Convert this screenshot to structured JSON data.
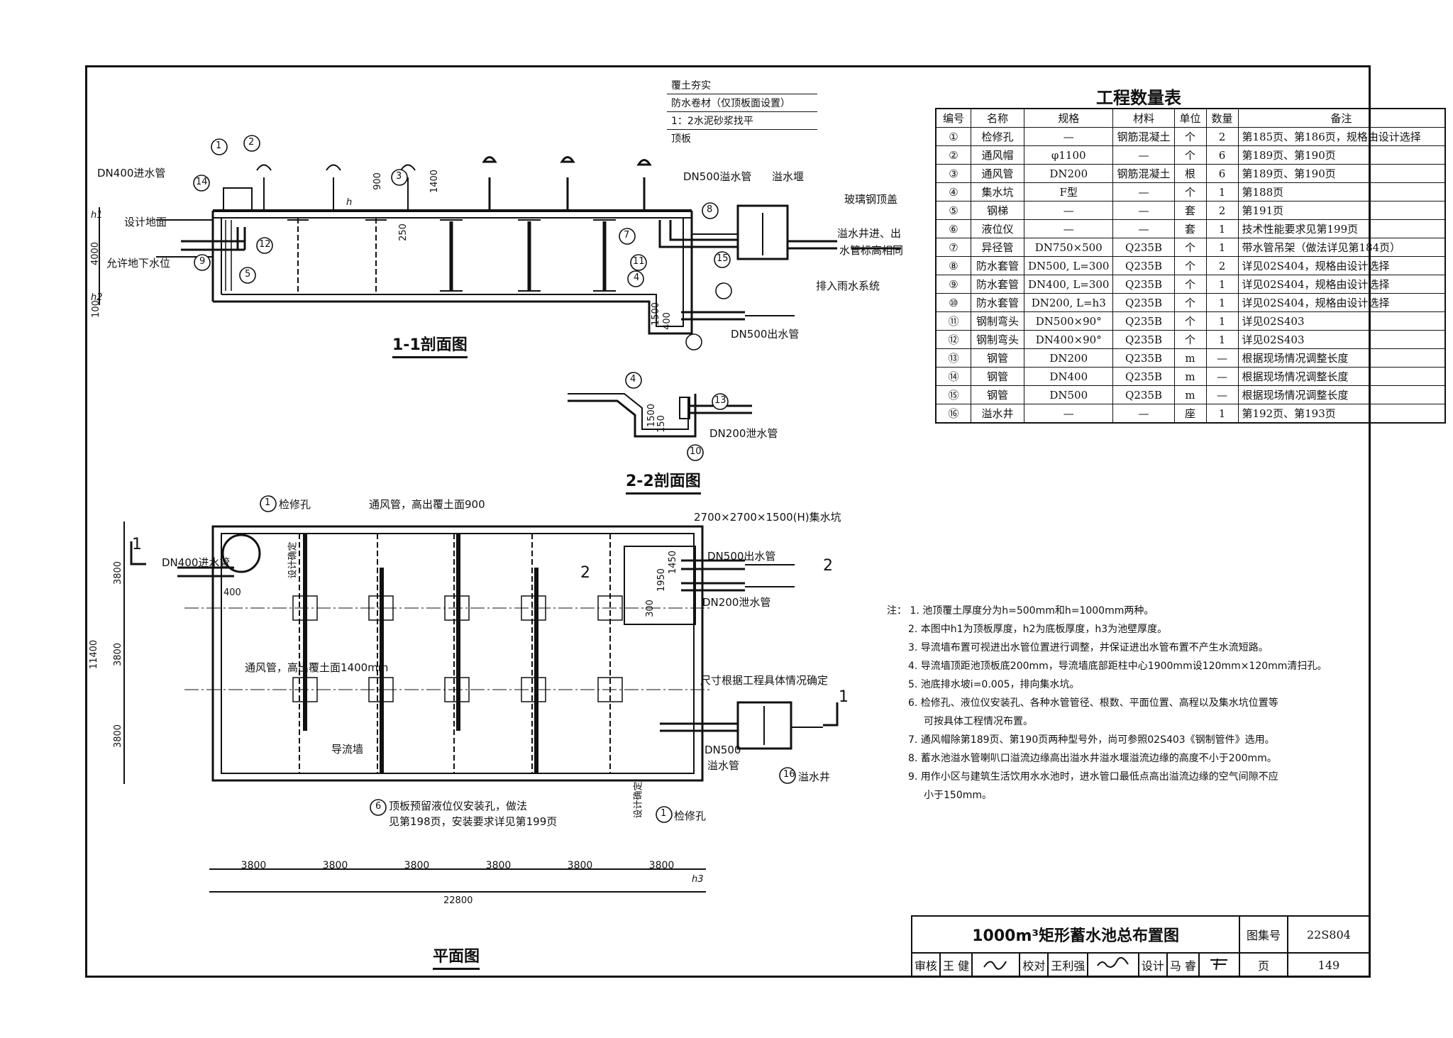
{
  "sections": {
    "s11_title": "1-1剖面图",
    "s22_title": "2-2剖面图",
    "plan_title": "平面图"
  },
  "layers": [
    "覆土夯实",
    "防水卷材（仅顶板面设置）",
    "1：2水泥砂浆找平",
    "顶板"
  ],
  "s11_labels": {
    "in_pipe": "DN400进水管",
    "ground": "设计地面",
    "gw": "允许地下水位",
    "overflow_pipe": "DN500溢水管",
    "weir": "溢水堰",
    "cover": "玻璃钢顶盖",
    "well_note1": "溢水井进、出",
    "well_note2": "水管标高相同",
    "rain": "排入雨水系统",
    "out_pipe": "DN500出水管",
    "dim_4000": "4000",
    "dim_900": "900",
    "dim_1400": "1400",
    "dim_250": "250",
    "dim_1500": "1500",
    "dim_400": "400",
    "dim_100": "100",
    "h": "h",
    "h1": "h1",
    "h2": "h2",
    "m1": "1",
    "m2": "2",
    "m3": "3",
    "m4": "4",
    "m5": "5",
    "m7": "7",
    "m8": "8",
    "m9": "9",
    "m11": "11",
    "m12": "12",
    "m14": "14",
    "m15": "15"
  },
  "s22_labels": {
    "drain_pipe": "DN200泄水管",
    "dim_1500": "1500",
    "dim_150": "150",
    "m4": "4",
    "m10": "10",
    "m13": "13"
  },
  "plan_labels": {
    "manhole": "检修孔",
    "vent1": "通风管，高出覆土面900",
    "vent2": "通风管，高出覆土面1400mm",
    "sump": "2700×2700×1500(H)集水坑",
    "in_pipe": "DN400进水管",
    "out_pipe": "DN500出水管",
    "drain_pipe": "DN200泄水管",
    "design_fix": "设计确定",
    "design_fix2": "设计确定",
    "guide_wall": "导流墙",
    "size_note": "尺寸根据工程具体情况确定",
    "overflow_pipe1": "DN500",
    "overflow_pipe2": "溢水管",
    "overflow_well": "溢水井",
    "level_hole1": "顶板预留液位仪安装孔，做法",
    "level_hole2": "见第198页，安装要求详见第199页",
    "manhole2": "检修孔",
    "dim_400": "400",
    "dim_1450": "1450",
    "dim_1950": "1950",
    "dim_300": "300",
    "sec1": "1",
    "sec1b": "1",
    "sec2": "2",
    "sec2b": "2",
    "m1": "1",
    "m1b": "1",
    "m6": "6",
    "m16": "16",
    "dims_v": [
      "3800",
      "3800",
      "3800"
    ],
    "dim_11400": "11400",
    "dims_h": [
      "3800",
      "3800",
      "3800",
      "3800",
      "3800",
      "3800"
    ],
    "dim_22800": "22800",
    "h3": "h3"
  },
  "quantity_table": {
    "title": "工程数量表",
    "headers": [
      "编号",
      "名称",
      "规格",
      "材料",
      "单位",
      "数量",
      "备注"
    ],
    "rows": [
      [
        "①",
        "检修孔",
        "—",
        "钢筋混凝土",
        "个",
        "2",
        "第185页、第186页，规格由设计选择"
      ],
      [
        "②",
        "通风帽",
        "φ1100",
        "—",
        "个",
        "6",
        "第189页、第190页"
      ],
      [
        "③",
        "通风管",
        "DN200",
        "钢筋混凝土",
        "根",
        "6",
        "第189页、第190页"
      ],
      [
        "④",
        "集水坑",
        "F型",
        "—",
        "个",
        "1",
        "第188页"
      ],
      [
        "⑤",
        "钢梯",
        "—",
        "—",
        "套",
        "2",
        "第191页"
      ],
      [
        "⑥",
        "液位仪",
        "—",
        "—",
        "套",
        "1",
        "技术性能要求见第199页"
      ],
      [
        "⑦",
        "异径管",
        "DN750×500",
        "Q235B",
        "个",
        "1",
        "带水管吊架（做法详见第184页）"
      ],
      [
        "⑧",
        "防水套管",
        "DN500, L=300",
        "Q235B",
        "个",
        "2",
        "详见02S404，规格由设计选择"
      ],
      [
        "⑨",
        "防水套管",
        "DN400, L=300",
        "Q235B",
        "个",
        "1",
        "详见02S404，规格由设计选择"
      ],
      [
        "⑩",
        "防水套管",
        "DN200, L=h3",
        "Q235B",
        "个",
        "1",
        "详见02S404，规格由设计选择"
      ],
      [
        "⑪",
        "钢制弯头",
        "DN500×90°",
        "Q235B",
        "个",
        "1",
        "详见02S403"
      ],
      [
        "⑫",
        "钢制弯头",
        "DN400×90°",
        "Q235B",
        "个",
        "1",
        "详见02S403"
      ],
      [
        "⑬",
        "钢管",
        "DN200",
        "Q235B",
        "m",
        "—",
        "根据现场情况调整长度"
      ],
      [
        "⑭",
        "钢管",
        "DN400",
        "Q235B",
        "m",
        "—",
        "根据现场情况调整长度"
      ],
      [
        "⑮",
        "钢管",
        "DN500",
        "Q235B",
        "m",
        "—",
        "根据现场情况调整长度"
      ],
      [
        "⑯",
        "溢水井",
        "—",
        "—",
        "座",
        "1",
        "第192页、第193页"
      ]
    ]
  },
  "notes": {
    "lead": "注：",
    "items": [
      "1. 池顶覆土厚度分为h=500mm和h=1000mm两种。",
      "2. 本图中h1为顶板厚度，h2为底板厚度，h3为池壁厚度。",
      "3. 导流墙布置可视进出水管位置进行调整，并保证进出水管布置不产生水流短路。",
      "4. 导流墙顶距池顶板底200mm，导流墙底部距柱中心1900mm设120mm×120mm清扫孔。",
      "5. 池底排水坡i=0.005，排向集水坑。",
      "6. 检修孔、液位仪安装孔、各种水管管径、根数、平面位置、高程以及集水坑位置等",
      "可按具体工程情况布置。",
      "7. 通风帽除第189页、第190页两种型号外，尚可参照02S403《钢制管件》选用。",
      "8. 蓄水池溢水管喇叭口溢流边缘高出溢水井溢水堰溢流边缘的高度不小于200mm。",
      "9. 用作小区与建筑生活饮用水水池时，进水管口最低点高出溢流边缘的空气间隙不应",
      "小于150mm。"
    ]
  },
  "title_block": {
    "drawing_title": "1000m³矩形蓄水池总布置图",
    "atlas_label": "图集号",
    "atlas_no": "22S804",
    "review_label": "审核",
    "reviewer": "王 健",
    "check_label": "校对",
    "checker": "王利强",
    "design_label": "设计",
    "designer": "马 睿",
    "page_label": "页",
    "page_no": "149"
  }
}
